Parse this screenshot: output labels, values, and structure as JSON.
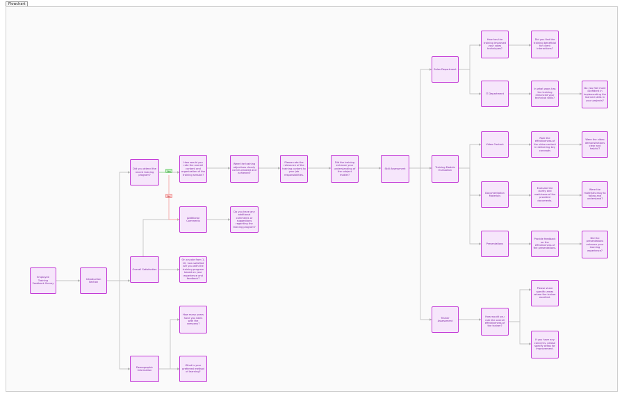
{
  "tab": "Flowchart",
  "nodes": {
    "survey": "Employee Training Feedback Survey",
    "intro": "Introduction Section",
    "attend": "Did you attend the recent training program?",
    "overall": "Overall Satisfaction",
    "demo": "Demographic Information",
    "rate": "How would you rate the overall content and organization of the training session?",
    "addl": "Additional Comments",
    "scale": "On a scale from 1-10, how satisfied are you with the training program based on your experience and feedback?",
    "years": "How many years have you been with the company?",
    "pref": "What is your preferred method of learning?",
    "clear": "Were the training objectives clearly communicated and achieved?",
    "addq": "Do you have any additional comments or suggestions regarding the training program?",
    "relevance": "Please rate the relevance of the training content to your job responsibilities.",
    "enhance": "Did the training enhance your understanding of the subject matter?",
    "skill": "Skill Assessment",
    "dept": "Sales Department",
    "it": "IT Department",
    "module": "Training Module Evaluation",
    "video": "Video Content",
    "docs": "Documentation Materials",
    "pres": "Presentations",
    "trainer": "Trainer Assessment",
    "salesq": "How has the training improved your sales techniques?",
    "salesq2": "Did you find the training beneficial for client interactions?",
    "itq": "In what ways has the training enhanced your technical skills?",
    "itq2": "Do you feel more confident in implementing the learned skills in your projects?",
    "videoq": "Rate the effectiveness of the video content in delivering key concepts",
    "videoq2": "Were the video demonstrations clear and helpful?",
    "docq": "Evaluate the clarity and usefulness of the provided documents.",
    "docq2": "Were the materials easy to follow and understand?",
    "presq": "Provide feedback on the effectiveness of the presentations.",
    "presq2": "Did the presentations enhance your learning experience?",
    "trainq": "How would you rate the overall effectiveness of the trainer?",
    "share": "Please share specific areas where the trainer excelled.",
    "concern": "If you have any concerns, please specify areas for improvement."
  },
  "labels": {
    "yes": "Yes",
    "no": "No"
  }
}
